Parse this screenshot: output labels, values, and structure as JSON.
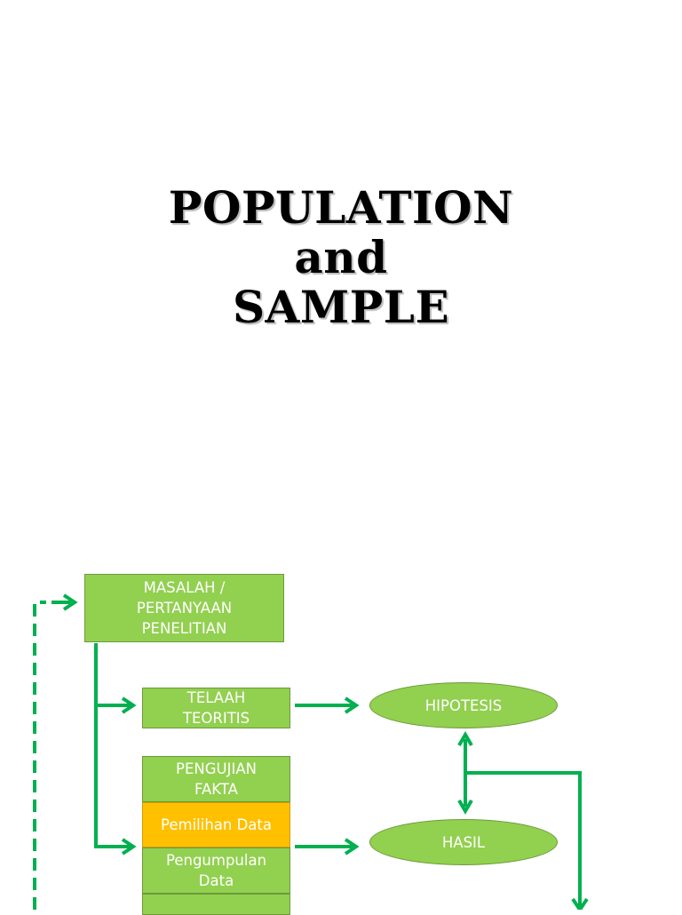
{
  "title": {
    "line1": "POPULATION",
    "line2": "and",
    "line3": "SAMPLE"
  },
  "diagram": {
    "nodes": {
      "masalah": "MASALAH /\nPERTANYAAN\nPENELITIAN",
      "telaah": "TELAAH\nTEORITIS",
      "hipotesis": "HIPOTESIS",
      "pengujian": "PENGUJIAN\nFAKTA",
      "pemilihan": "Pemilihan Data",
      "pengumpulan": "Pengumpulan\nData",
      "hasil": "HASIL"
    },
    "colors": {
      "box_fill": "#92d050",
      "highlight_fill": "#ffc000",
      "connector": "#00b050",
      "text": "#ffffff"
    }
  }
}
